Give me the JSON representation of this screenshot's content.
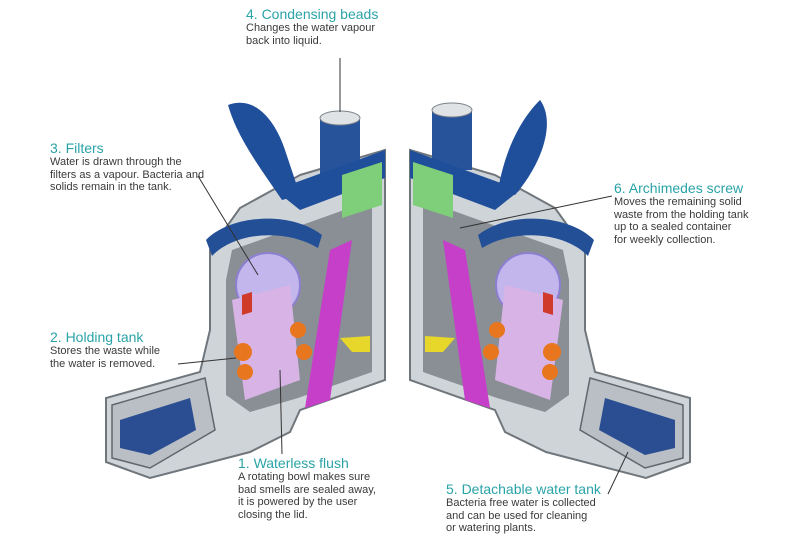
{
  "colors": {
    "title_teal": "#2aa3a7",
    "body_text": "#3a3a3a",
    "housing_grey": "#cfd4d8",
    "housing_dark": "#7e858b",
    "lid_blue": "#1f4f9a",
    "filter_purple": "#c2b6ec",
    "screw_magenta": "#c53fc8",
    "roller_orange": "#e8761f",
    "vent_green": "#7fcf7a",
    "valve_yellow": "#e7d72a"
  },
  "labels": [
    {
      "id": "condensing",
      "title": "4. Condensing beads",
      "desc": "Changes the water vapour\nback into liquid."
    },
    {
      "id": "filters",
      "title": "3. Filters",
      "desc": "Water is drawn through the\nfilters as a vapour. Bacteria and\nsolids remain in the tank."
    },
    {
      "id": "holding",
      "title": "2. Holding tank",
      "desc": "Stores the waste while\nthe water is removed."
    },
    {
      "id": "flush",
      "title": "1. Waterless flush",
      "desc": "A rotating bowl makes sure\nbad smells are sealed away,\nit is powered by the user\nclosing the lid."
    },
    {
      "id": "archimedes",
      "title": "6. Archimedes screw",
      "desc": "Moves the remaining solid\nwaste from the holding tank\nup to a sealed container\nfor weekly collection."
    },
    {
      "id": "tank",
      "title": "5. Detachable water tank",
      "desc": "Bacteria free water is collected\nand can be used for cleaning\nor watering plants."
    }
  ]
}
